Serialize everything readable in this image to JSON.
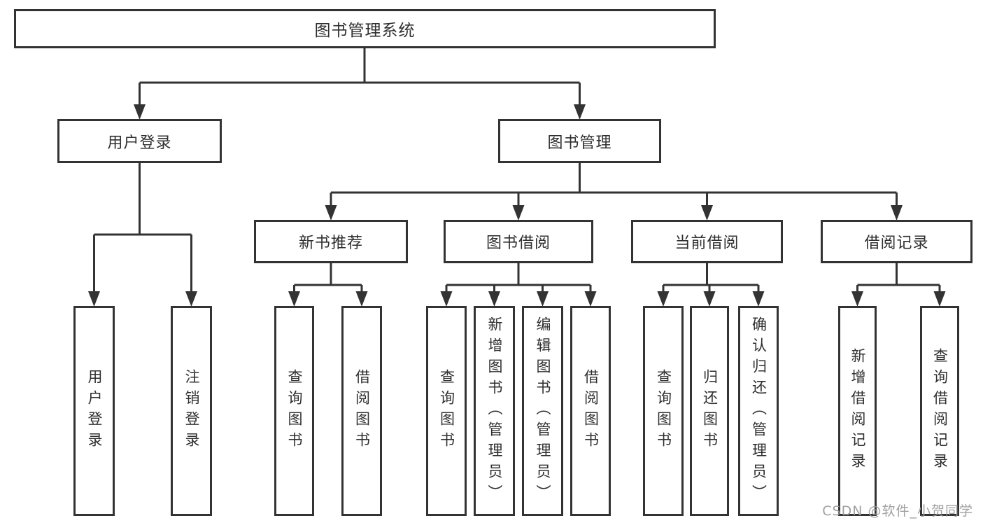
{
  "diagram": {
    "type": "hierarchy-structure-chart",
    "watermark": "CSDN @软件_小贺同学",
    "colors": {
      "line": "#333333",
      "text": "#2f2f2f",
      "background": "#ffffff",
      "watermark": "#9b9b9b"
    },
    "nodes": {
      "root": {
        "label": "图书管理系统"
      },
      "user_login": {
        "label": "用户登录"
      },
      "book_mgmt": {
        "label": "图书管理"
      },
      "new_book_rec": {
        "label": "新书推荐"
      },
      "book_borrow": {
        "label": "图书借阅"
      },
      "current_borrow": {
        "label": "当前借阅"
      },
      "borrow_record": {
        "label": "借阅记录"
      },
      "leaf_user_login": {
        "label": "用户登录"
      },
      "leaf_logout": {
        "label": "注销登录"
      },
      "leaf_nb_query": {
        "label": "查询图书"
      },
      "leaf_nb_borrow": {
        "label": "借阅图书"
      },
      "leaf_bb_query": {
        "label": "查询图书"
      },
      "leaf_bb_add": {
        "label": "新增图书（管理员）"
      },
      "leaf_bb_edit": {
        "label": "编辑图书（管理员）"
      },
      "leaf_bb_borrow": {
        "label": "借阅图书"
      },
      "leaf_cb_query": {
        "label": "查询图书"
      },
      "leaf_cb_return": {
        "label": "归还图书"
      },
      "leaf_cb_confirm": {
        "label": "确认归还（管理员）"
      },
      "leaf_br_add": {
        "label": "新增借阅记录"
      },
      "leaf_br_query": {
        "label": "查询借阅记录"
      }
    },
    "edges": [
      {
        "from": "root",
        "to": "user_login"
      },
      {
        "from": "root",
        "to": "book_mgmt"
      },
      {
        "from": "user_login",
        "to": "leaf_user_login"
      },
      {
        "from": "user_login",
        "to": "leaf_logout"
      },
      {
        "from": "book_mgmt",
        "to": "new_book_rec"
      },
      {
        "from": "book_mgmt",
        "to": "book_borrow"
      },
      {
        "from": "book_mgmt",
        "to": "current_borrow"
      },
      {
        "from": "book_mgmt",
        "to": "borrow_record"
      },
      {
        "from": "new_book_rec",
        "to": "leaf_nb_query"
      },
      {
        "from": "new_book_rec",
        "to": "leaf_nb_borrow"
      },
      {
        "from": "book_borrow",
        "to": "leaf_bb_query"
      },
      {
        "from": "book_borrow",
        "to": "leaf_bb_add"
      },
      {
        "from": "book_borrow",
        "to": "leaf_bb_edit"
      },
      {
        "from": "book_borrow",
        "to": "leaf_bb_borrow"
      },
      {
        "from": "current_borrow",
        "to": "leaf_cb_query"
      },
      {
        "from": "current_borrow",
        "to": "leaf_cb_return"
      },
      {
        "from": "current_borrow",
        "to": "leaf_cb_confirm"
      },
      {
        "from": "borrow_record",
        "to": "leaf_br_add"
      },
      {
        "from": "borrow_record",
        "to": "leaf_br_query"
      }
    ]
  }
}
